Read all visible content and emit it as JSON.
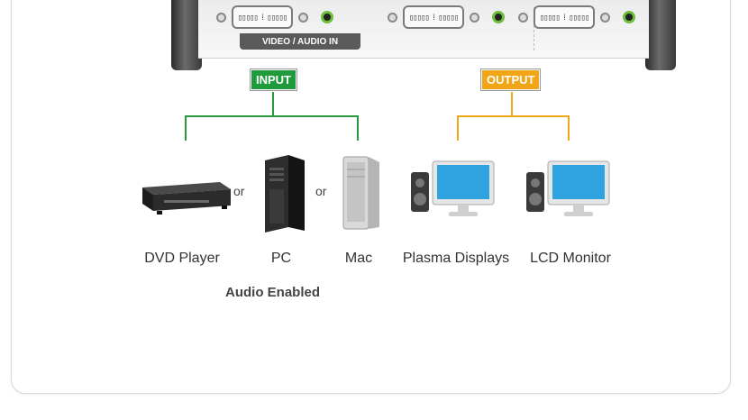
{
  "device": {
    "port_glyph": "▯▯▯▯▯ ⁞ ▯▯▯▯▯",
    "input_port_label": "VIDEO / AUDIO IN"
  },
  "tags": {
    "input": "INPUT",
    "output": "OUTPUT"
  },
  "inputs": [
    {
      "label": "DVD Player",
      "icon": "dvd-player-icon"
    },
    {
      "label": "PC",
      "icon": "pc-tower-icon"
    },
    {
      "label": "Mac",
      "icon": "mac-tower-icon"
    }
  ],
  "outputs": [
    {
      "label": "Plasma Displays",
      "icon": "plasma-display-icon"
    },
    {
      "label": "LCD Monitor",
      "icon": "lcd-monitor-icon"
    }
  ],
  "separators": {
    "or": "or"
  },
  "note": "Audio Enabled",
  "colors": {
    "input": "#1f9a3c",
    "output": "#f2a516",
    "jack": "#6dbf3b"
  }
}
